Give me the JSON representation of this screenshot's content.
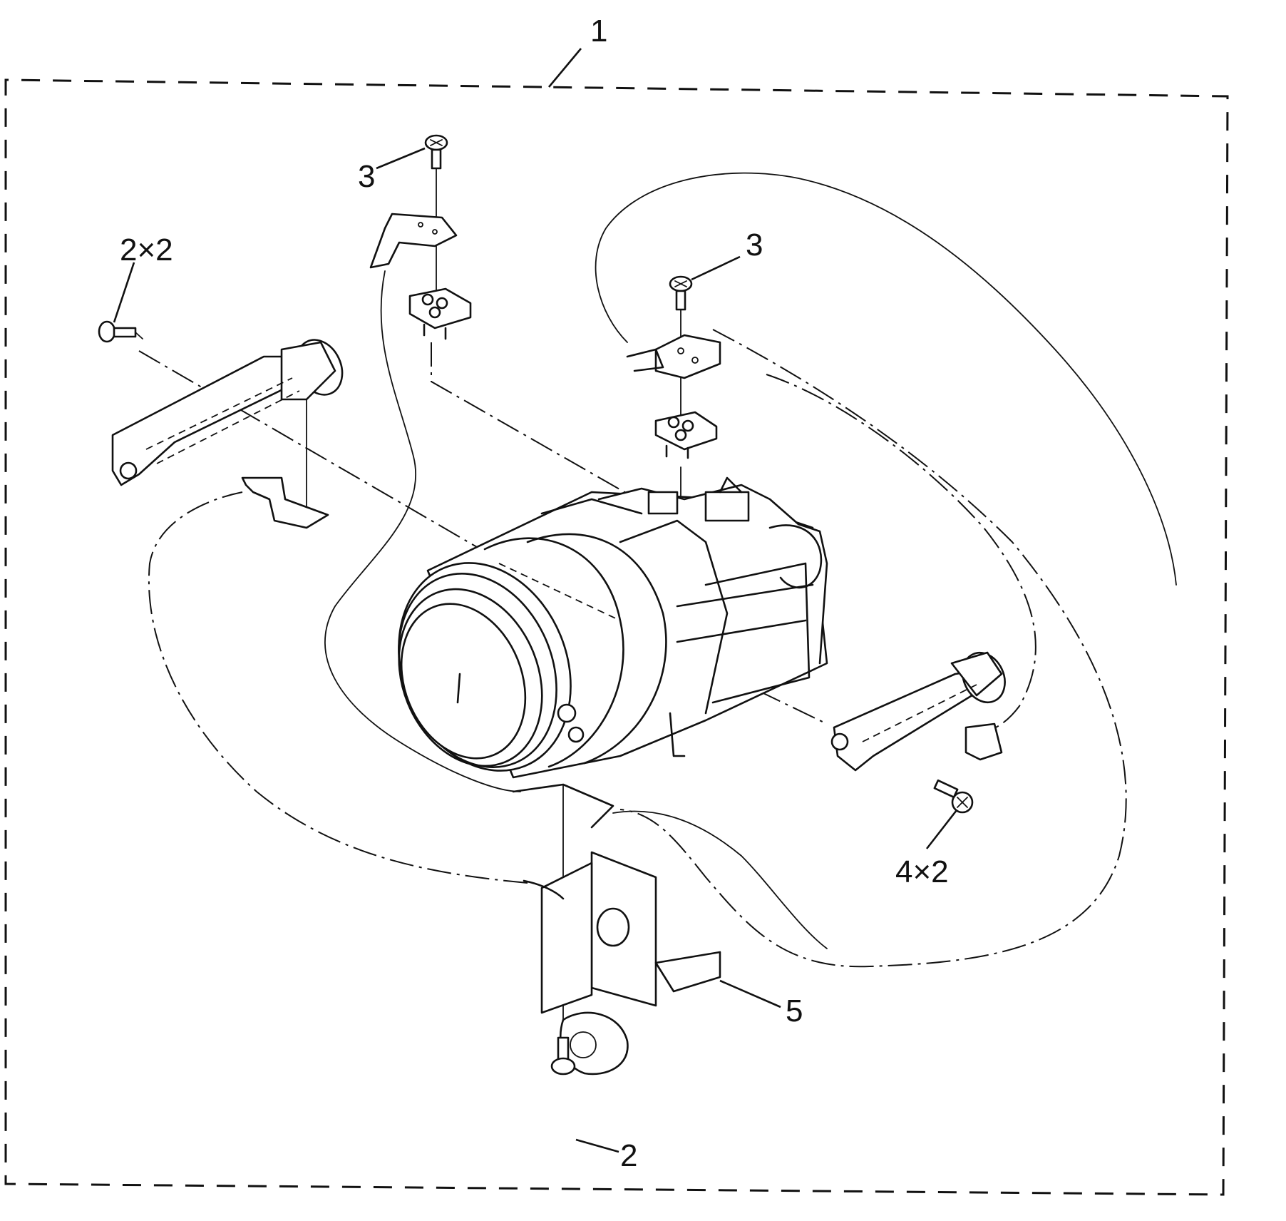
{
  "diagram": {
    "callouts": [
      {
        "id": "c1",
        "text": "1"
      },
      {
        "id": "c2a",
        "text": "2×2"
      },
      {
        "id": "c3a",
        "text": "3"
      },
      {
        "id": "c3b",
        "text": "3"
      },
      {
        "id": "c4",
        "text": "4×2"
      },
      {
        "id": "c5",
        "text": "5"
      },
      {
        "id": "c2b",
        "text": "2"
      }
    ]
  }
}
